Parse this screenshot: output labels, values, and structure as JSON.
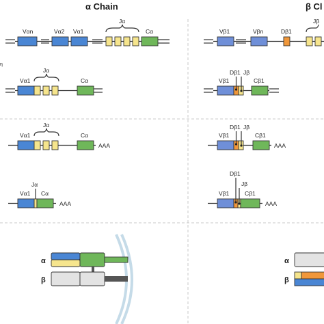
{
  "headers": {
    "alpha": "α Chain",
    "beta": "β Cl"
  },
  "colors": {
    "v_gene": "#4a86d4",
    "v_beta": "#6f8fd8",
    "j_gene": "#f6e58d",
    "c_gene": "#6fb75a",
    "d_gene": "#f0973a",
    "gray": "#e3e3e3",
    "dark": "#555555",
    "membrane": "#c5dbe8"
  },
  "alpha": {
    "germline": {
      "va_n": "Vαn",
      "va_2": "Vα2",
      "va_1": "Vα1",
      "ja": "Jα",
      "ca": "Cα"
    },
    "rearranged": {
      "va_1": "Vα1",
      "ja": "Jα",
      "ca": "Cα"
    },
    "transcript": {
      "va_1": "Vα1",
      "ja": "Jα",
      "ca": "Cα",
      "polya": "AAA"
    },
    "mrna": {
      "va_1": "Vα1",
      "ja": "Jα",
      "ca": "Cα",
      "polya": "AAA"
    },
    "protein": {
      "alpha_label": "α",
      "beta_label": "β"
    }
  },
  "beta": {
    "germline": {
      "vb_1": "Vβ1",
      "vb_n": "Vβn",
      "db_1": "Dβ1",
      "jb": "Jβ"
    },
    "rearranged": {
      "vb_1": "Vβ1",
      "db_1": "Dβ1",
      "jb": "Jβ",
      "cb_1": "Cβ1"
    },
    "transcript": {
      "vb_1": "Vβ1",
      "db_1": "Dβ1",
      "jb": "Jβ",
      "cb_1": "Cβ1",
      "polya": "AAA"
    },
    "mrna": {
      "vb_1": "Vβ1",
      "db_1": "Dβ1",
      "jb": "Jβ",
      "cb_1": "Cβ1",
      "polya": "AAA"
    },
    "protein": {
      "alpha_label": "α",
      "beta_label": "β"
    }
  }
}
